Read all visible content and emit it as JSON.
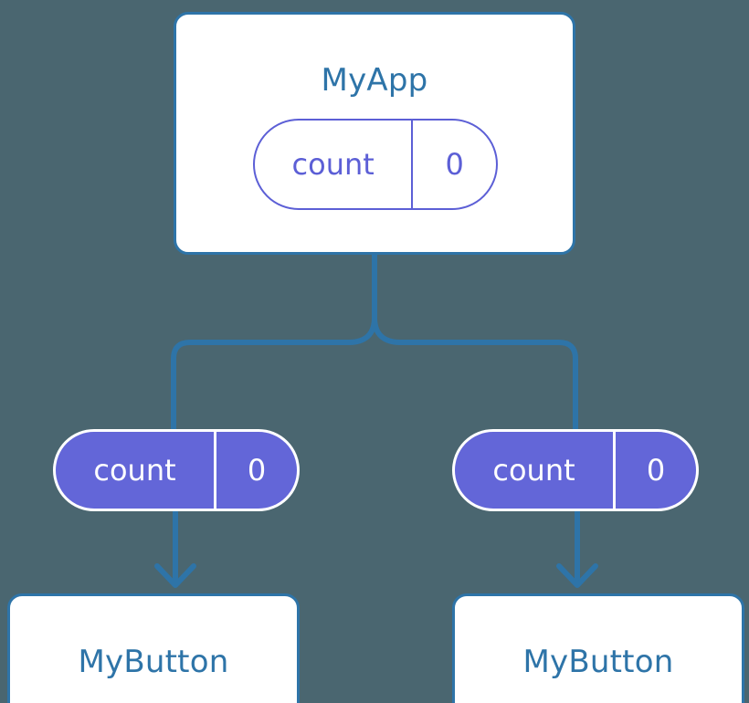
{
  "diagram": {
    "title": "React component tree with count state passed as props",
    "background_color": "#4a6670",
    "colors": {
      "box_border": "#2e74a8",
      "box_fill": "#ffffff",
      "title_text": "#2e74a8",
      "pill_outline_stroke": "#5c5fd6",
      "pill_filled_fill": "#6366d8",
      "pill_filled_text": "#ffffff",
      "connector": "#2e74a8"
    }
  },
  "nodes": {
    "root": {
      "label": "MyApp",
      "state_pill": {
        "key": "count",
        "value": "0",
        "style": "outline"
      }
    },
    "children": [
      {
        "prop_pill": {
          "key": "count",
          "value": "0",
          "style": "filled"
        },
        "label": "MyButton"
      },
      {
        "prop_pill": {
          "key": "count",
          "value": "0",
          "style": "filled"
        },
        "label": "MyButton"
      }
    ]
  },
  "connectors": {
    "tree_branch_label": "root-to-children",
    "arrow_left_label": "prop-to-mybutton-left",
    "arrow_right_label": "prop-to-mybutton-right"
  }
}
